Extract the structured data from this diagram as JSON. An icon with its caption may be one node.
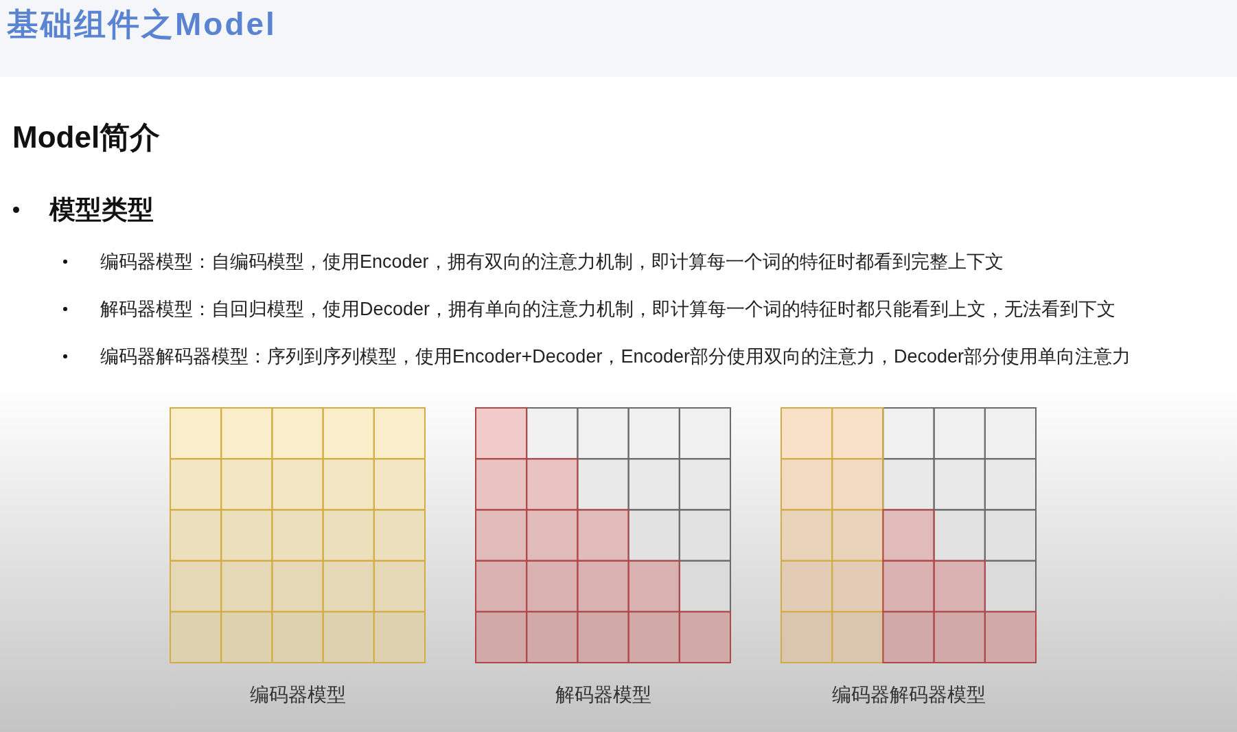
{
  "diagram": {
    "title": "基础组件之Model",
    "labels": [
      "Model简介",
      "模型类型",
      "编码器模型：自编码模型，使用Encoder，拥有双向的注意力机制，即计算每一个词的特征时都看到完整上下文",
      "解码器模型：自回归模型，使用Decoder，拥有单向的注意力机制，即计算每一个词的特征时都只能看到上文，无法看到下文",
      "编码器解码器模型：序列到序列模型，使用Encoder+Decoder，Encoder部分使用双向的注意力，Decoder部分使用单向注意力",
      "编码器模型",
      "解码器模型",
      "编码器解码器模型"
    ]
  }
}
